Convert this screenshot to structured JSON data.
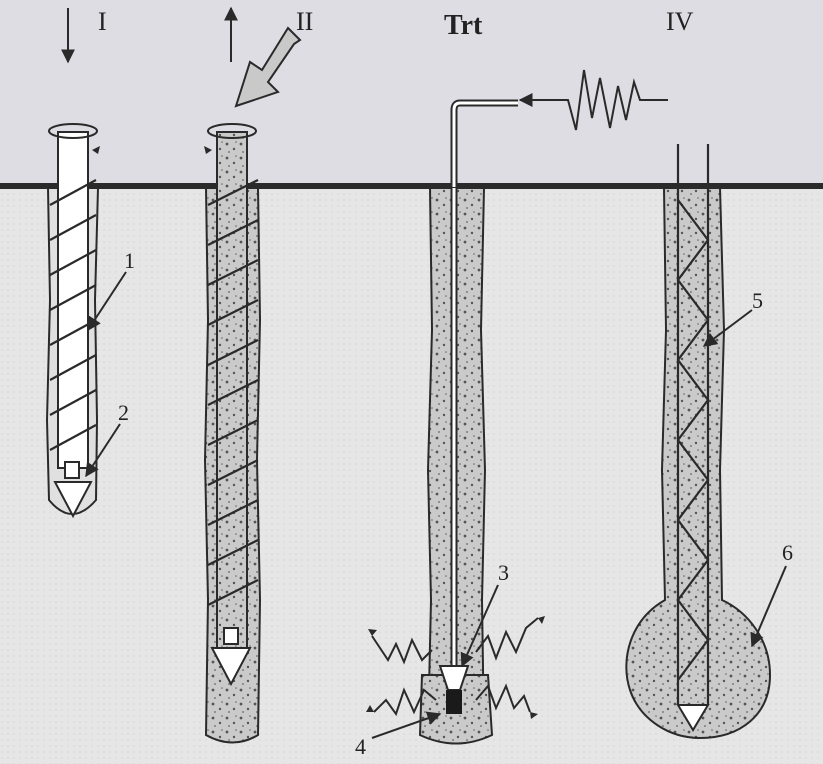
{
  "stage_labels": [
    "I",
    "II",
    "Trt",
    "IV"
  ],
  "part_labels": [
    "1",
    "2",
    "3",
    "4",
    "5",
    "6"
  ],
  "colors": {
    "sky": "#dedde3",
    "ground": "#e3e3e3",
    "line": "#2a2a2a",
    "concrete": "#c8c8c8",
    "speckle": "#555555"
  },
  "icons": [
    "down-arrow-icon",
    "up-arrow-icon",
    "inject-arrow-icon",
    "rotation-icon",
    "electric-pulse-icon",
    "shock-wave-icon",
    "cone-tip-icon"
  ]
}
